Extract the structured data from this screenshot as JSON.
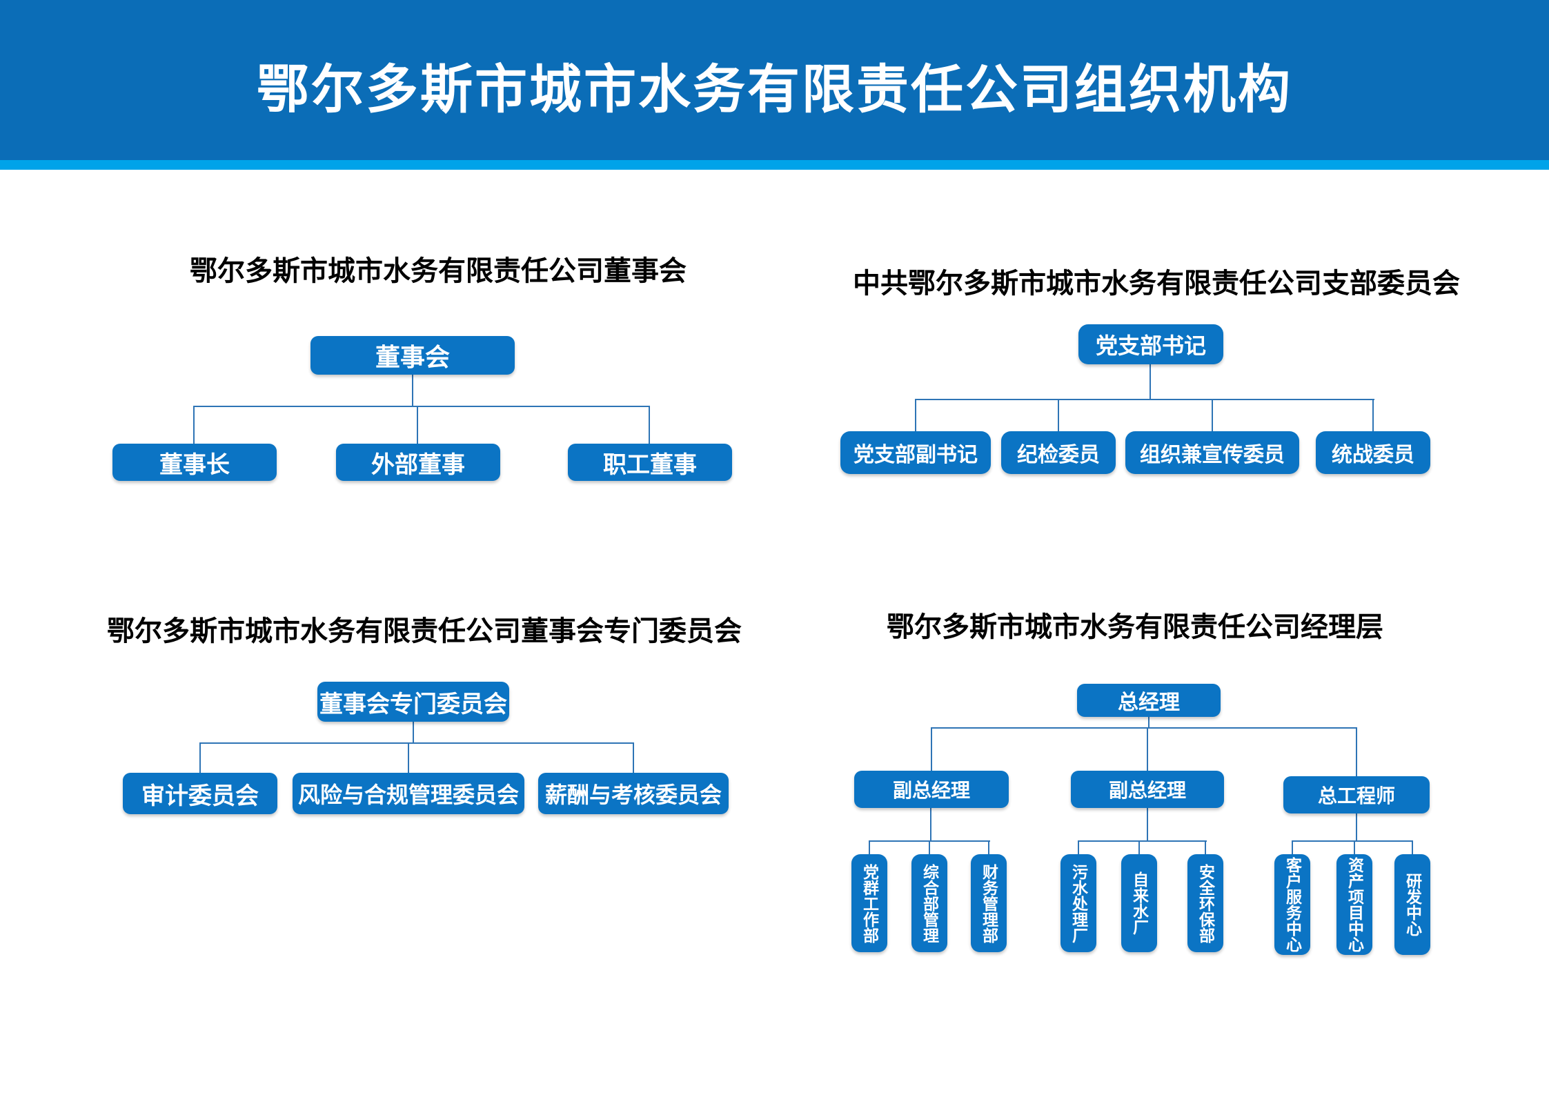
{
  "header": {
    "title": "鄂尔多斯市城市水务有限责任公司组织机构"
  },
  "charts": [
    {
      "title": "鄂尔多斯市城市水务有限责任公司董事会",
      "root": "董事会",
      "children": [
        "董事长",
        "外部董事",
        "职工董事"
      ]
    },
    {
      "title": "中共鄂尔多斯市城市水务有限责任公司支部委员会",
      "root": "党支部书记",
      "children": [
        "党支部副书记",
        "纪检委员",
        "组织兼宣传委员",
        "统战委员"
      ]
    },
    {
      "title": "鄂尔多斯市城市水务有限责任公司董事会专门委员会",
      "root": "董事会专门委员会",
      "children": [
        "审计委员会",
        "风险与合规管理委员会",
        "薪酬与考核委员会"
      ]
    },
    {
      "title": "鄂尔多斯市城市水务有限责任公司经理层",
      "root": "总经理",
      "managers": [
        {
          "label": "副总经理",
          "departments": [
            "党群工作部",
            "综合部管理",
            "财务管理部"
          ]
        },
        {
          "label": "副总经理",
          "departments": [
            "污水处理厂",
            "自来水厂",
            "安全环保部"
          ]
        },
        {
          "label": "总工程师",
          "departments": [
            "客户服务中心",
            "资产项目中心",
            "研发中心"
          ]
        }
      ]
    }
  ],
  "colors": {
    "header_bg": "#0B6DB7",
    "accent_stripe": "#00A3E9",
    "node_bg": "#0B74C4",
    "connector_line": "#2E74B5",
    "node_text": "#FFFFFF",
    "title_text": "#000000"
  }
}
